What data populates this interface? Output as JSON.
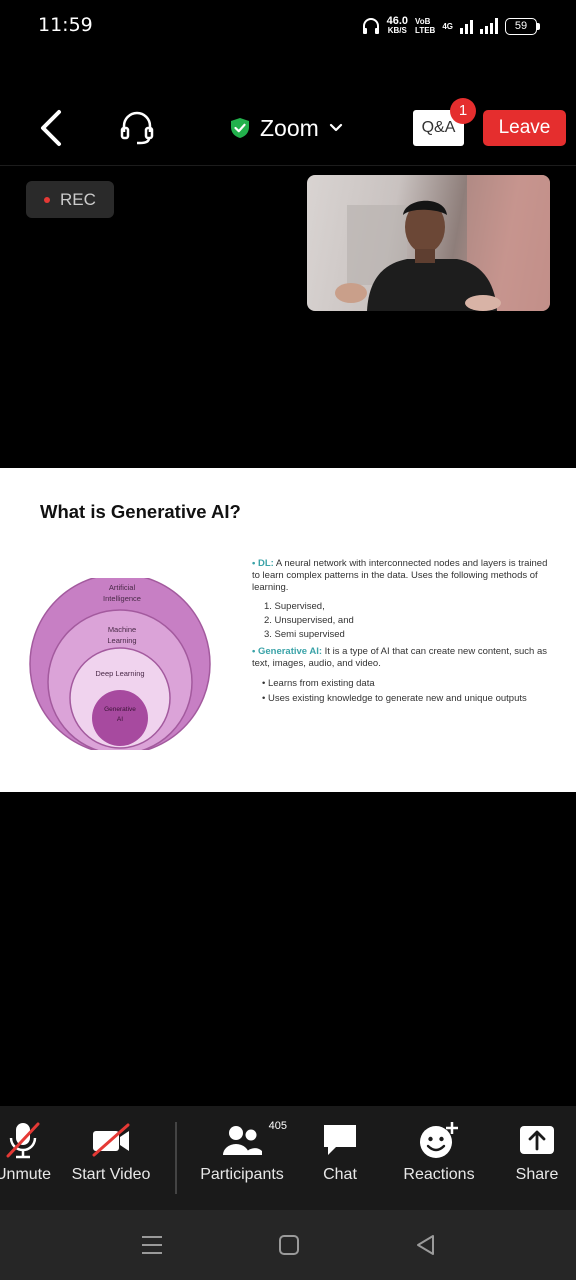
{
  "status_bar": {
    "time": "11:59",
    "net_speed_value": "46.0",
    "net_speed_unit": "KB/S",
    "volte_top": "VoB",
    "volte_bottom": "LTEB",
    "network_type": "4G",
    "battery": "59"
  },
  "meeting_bar": {
    "title": "Zoom",
    "qa_label": "Q&A",
    "qa_badge_count": "1",
    "leave_label": "Leave"
  },
  "recording": {
    "label": "REC"
  },
  "slide": {
    "title": "What is Generative AI?",
    "venn_labels": {
      "ai_line1": "Artificial",
      "ai_line2": "Intelligence",
      "ml_line1": "Machine",
      "ml_line2": "Learning",
      "dl": "Deep Learning",
      "gen_line1": "Generative",
      "gen_line2": "AI"
    },
    "dl_term": "DL:",
    "dl_text": "A neural network with interconnected nodes and layers is trained to learn complex patterns in the data. Uses the following  methods of learning.",
    "methods": [
      "1. Supervised,",
      "2. Unsupervised, and",
      "3. Semi supervised"
    ],
    "gen_term": "Generative AI:",
    "gen_text": "It is a type of AI that can create new content, such as text, images, audio, and video.",
    "gen_points": [
      "Learns from existing data",
      "Uses existing knowledge to generate new and unique outputs"
    ],
    "colors": {
      "ring_outer": "#c77fc4",
      "ring_2": "#dba3d8",
      "ring_3": "#f0d3ee",
      "core": "#a74a9f",
      "accent_text": "#3aa3a8"
    }
  },
  "toolbar": {
    "unmute_label": "Unmute",
    "start_video_label": "Start Video",
    "participants_label": "Participants",
    "participants_count": "405",
    "chat_label": "Chat",
    "reactions_label": "Reactions",
    "share_label": "Share"
  },
  "icons": {
    "back": "chevron-left-icon",
    "audio": "headset-icon",
    "secure": "shield-check-icon",
    "dropdown": "chevron-down-icon",
    "mic": "mic-muted-icon",
    "video": "video-off-icon",
    "participants": "people-icon",
    "chat": "chat-bubble-icon",
    "reactions": "smiley-plus-icon",
    "share": "share-arrow-icon"
  }
}
